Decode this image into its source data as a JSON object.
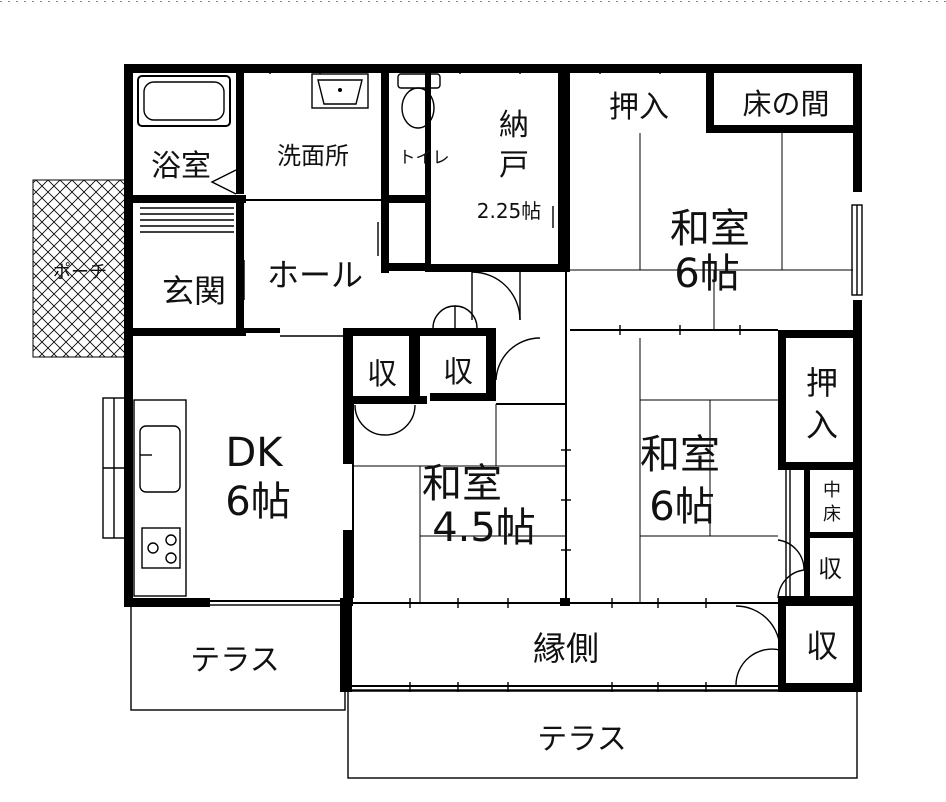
{
  "rooms": {
    "bath": "浴室",
    "washroom": "洗面所",
    "toilet": "トイレ",
    "storage_top_1": "納",
    "storage_top_2": "戸",
    "storage_top_size": "2.25帖",
    "oshiire_top": "押入",
    "tokonoma": "床の間",
    "washitsu_ne_name": "和室",
    "washitsu_ne_size": "6帖",
    "porch": "ポーチ",
    "genkan": "玄関",
    "hall": "ホール",
    "dk_name": "DK",
    "dk_size": "6帖",
    "shu_1": "収",
    "shu_2": "収",
    "washitsu_c_name": "和室",
    "washitsu_c_size": "4.5帖",
    "washitsu_e_name": "和室",
    "washitsu_e_size": "6帖",
    "oshiire_right_1": "押",
    "oshiire_right_2": "入",
    "chudoko_1": "中",
    "chudoko_2": "床",
    "shu_3": "収",
    "shu_4": "収",
    "engawa": "縁側",
    "terrace_left": "テラス",
    "terrace_bottom": "テラス"
  },
  "colors": {
    "wall": "#000000",
    "line": "#000000",
    "text": "#111111",
    "background": "#ffffff"
  }
}
